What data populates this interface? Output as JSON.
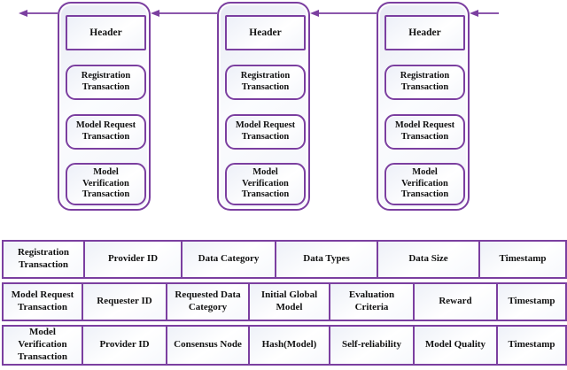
{
  "colors": {
    "accent_purple": "#7b3fa0",
    "text": "#111111",
    "block_fill_light": "#e7eaf4",
    "cell_fill_light": "#eef1f8"
  },
  "blockchain": {
    "blocks": [
      {
        "header": "Header",
        "transactions": [
          "Registration Transaction",
          "Model Request Transaction",
          "Model Verification Transaction"
        ]
      },
      {
        "header": "Header",
        "transactions": [
          "Registration Transaction",
          "Model Request Transaction",
          "Model Verification Transaction"
        ]
      },
      {
        "header": "Header",
        "transactions": [
          "Registration Transaction",
          "Model Request Transaction",
          "Model Verification Transaction"
        ]
      }
    ],
    "link_arrows": [
      "arrow-to-previous-left-edge",
      "arrow-block2-to-block1",
      "arrow-block3-to-block2",
      "arrow-incoming-to-block3"
    ]
  },
  "table": {
    "rows": [
      {
        "cells": [
          "Registration Transaction",
          "Provider ID",
          "Data  Category",
          "Data Types",
          "Data Size",
          "Timestamp"
        ]
      },
      {
        "cells": [
          "Model Request Transaction",
          "Requester ID",
          "Requested Data Category",
          "Initial Global Model",
          "Evaluation Criteria",
          "Reward",
          "Timestamp"
        ]
      },
      {
        "cells": [
          "Model Verification Transaction",
          "Provider ID",
          "Consensus Node",
          "Hash(Model)",
          "Self-reliability",
          "Model Quality",
          "Timestamp"
        ]
      }
    ]
  }
}
